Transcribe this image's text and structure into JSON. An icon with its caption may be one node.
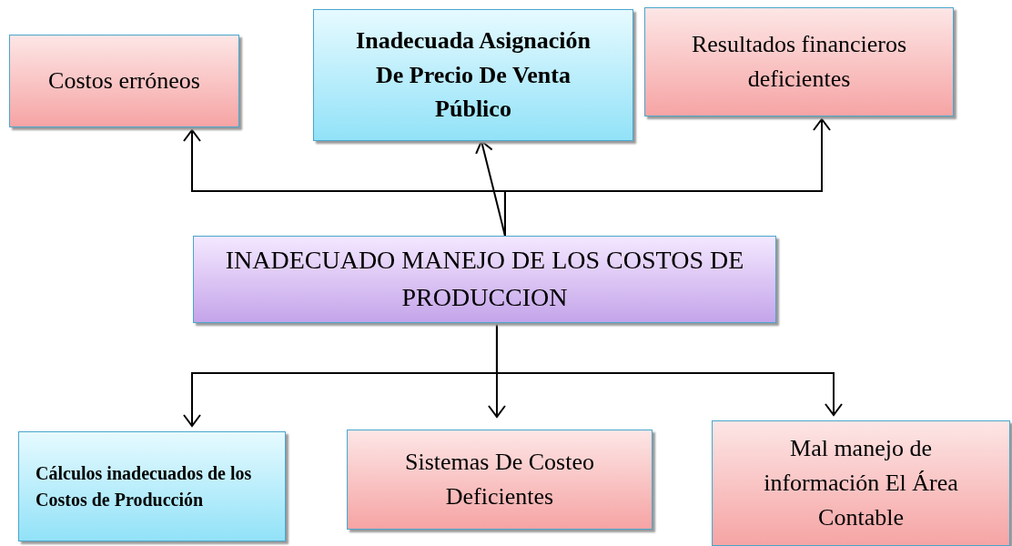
{
  "diagram": {
    "nodes": [
      {
        "text": [
          "Costos erróneos"
        ]
      },
      {
        "text": [
          "Inadecuada Asignación De Precio De Venta Público"
        ]
      },
      {
        "text": [
          "Resultados financieros deficientes"
        ]
      },
      {
        "text": [
          "INADECUADO MANEJO DE LOS COSTOS DE PRODUCCION"
        ]
      },
      {
        "text": [
          "Cálculos inadecuados de los Costos de Producción"
        ]
      },
      {
        "text": [
          "Sistemas De Costeo Deficientes"
        ]
      },
      {
        "text": [
          "Mal manejo de información El Área Contable"
        ]
      }
    ],
    "edges": [
      {
        "from": 3,
        "to": 0,
        "arrow": "to"
      },
      {
        "from": 3,
        "to": 1,
        "arrow": "to"
      },
      {
        "from": 3,
        "to": 2,
        "arrow": "to"
      },
      {
        "from": 3,
        "to": 4,
        "arrow": "to"
      },
      {
        "from": 3,
        "to": 5,
        "arrow": "to"
      },
      {
        "from": 3,
        "to": 6,
        "arrow": "to"
      }
    ]
  }
}
